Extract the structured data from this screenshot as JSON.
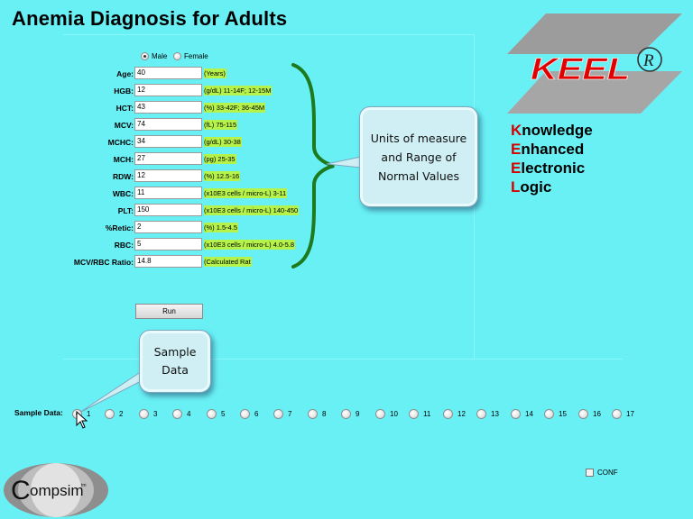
{
  "title": "Anemia Diagnosis for Adults",
  "gender": {
    "male_label": "Male",
    "female_label": "Female",
    "selected": "Male"
  },
  "fields": [
    {
      "label": "Age:",
      "value": "40",
      "unit": "(Years)"
    },
    {
      "label": "HGB:",
      "value": "12",
      "unit": "(g/dL) 11-14F; 12-15M"
    },
    {
      "label": "HCT:",
      "value": "43",
      "unit": "(%) 33-42F; 36-45M"
    },
    {
      "label": "MCV:",
      "value": "74",
      "unit": "(fL) 75-115"
    },
    {
      "label": "MCHC:",
      "value": "34",
      "unit": "(g/dL) 30-38"
    },
    {
      "label": "MCH:",
      "value": "27",
      "unit": "(pg) 25-35"
    },
    {
      "label": "RDW:",
      "value": "12",
      "unit": "(%) 12.5-16"
    },
    {
      "label": "WBC:",
      "value": "11",
      "unit": "(x10E3 cells / micro-L) 3-11"
    },
    {
      "label": "PLT:",
      "value": "150",
      "unit": "(x10E3 cells / micro-L) 140-450"
    },
    {
      "label": "%Retic:",
      "value": "2",
      "unit": "(%) 1.5-4.5"
    },
    {
      "label": "RBC:",
      "value": "5",
      "unit": "(x10E3 cells / micro-L) 4.0-5.8"
    },
    {
      "label": "MCV/RBC Ratio:",
      "value": "14.8",
      "unit": "(Calculated Rat"
    }
  ],
  "callout_units": {
    "line1": "Units of measure",
    "line2": "and Range of",
    "line3": "Normal Values"
  },
  "callout_sample": {
    "line1": "Sample",
    "line2": "Data"
  },
  "keel": {
    "logo_text": "KEEL",
    "registered": "R",
    "words": [
      {
        "initial": "K",
        "rest": "nowledge"
      },
      {
        "initial": "E",
        "rest": "nhanced"
      },
      {
        "initial": "E",
        "rest": "lectronic"
      },
      {
        "initial": "L",
        "rest": "ogic"
      }
    ]
  },
  "run_label": "Run",
  "sample_data": {
    "label": "Sample Data:",
    "options": [
      "1",
      "2",
      "3",
      "4",
      "5",
      "6",
      "7",
      "8",
      "9",
      "10",
      "11",
      "12",
      "13",
      "14",
      "15",
      "16",
      "17"
    ],
    "selected": "1"
  },
  "conf_label": "CONF",
  "compsim": {
    "logo_text": "ompsim",
    "initial": "C",
    "tm": "tm"
  },
  "colors": {
    "background": "#69f0f5",
    "unit_highlight": "#b5f24a",
    "brace": "#1d7a1d",
    "keel_red": "#d80000"
  }
}
